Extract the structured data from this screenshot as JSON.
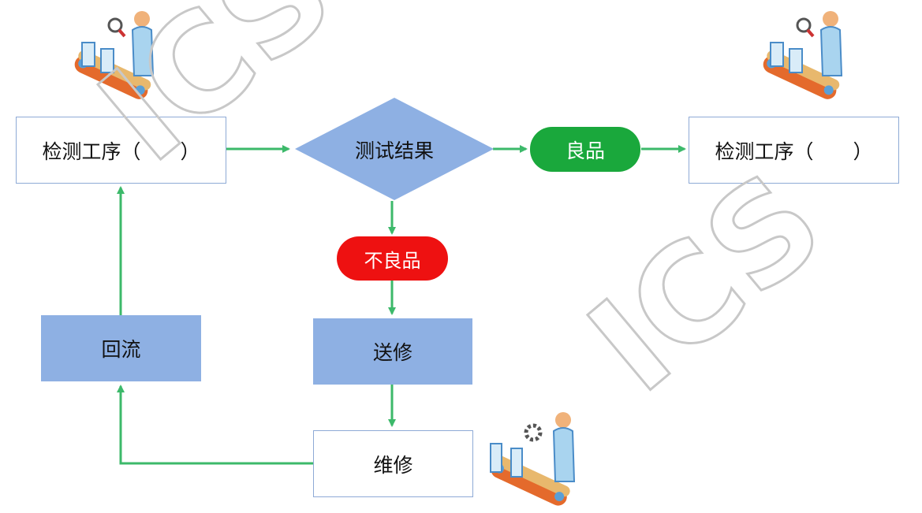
{
  "nodes": {
    "inspect_left": "检测工序（　　）",
    "inspect_right": "检测工序（　　）",
    "test_result": "测试结果",
    "good": "良品",
    "defective": "不良品",
    "send_repair": "送修",
    "repair": "维修",
    "reflow": "回流"
  },
  "watermark": {
    "text": "ICS"
  },
  "colors": {
    "arrow": "#3cb96a",
    "diamond": "#8eb0e3",
    "filled_box": "#8eb0e3",
    "outline": "#8eaad6",
    "good_pill": "#1aa83c",
    "defective_pill": "#ee1111",
    "watermark": "#c8c8c8"
  },
  "icons": [
    "inspector-conveyor-icon",
    "inspector-conveyor-icon",
    "repair-worker-conveyor-icon"
  ]
}
